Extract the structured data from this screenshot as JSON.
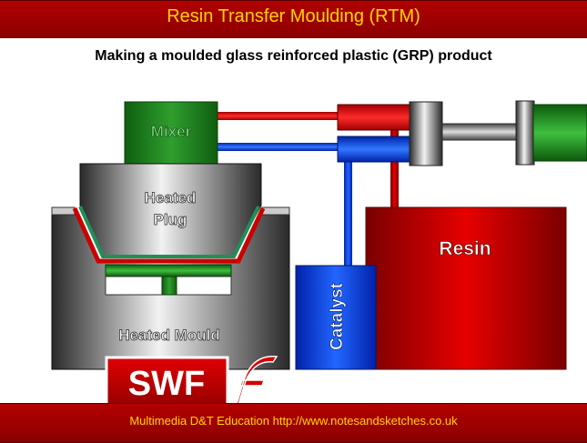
{
  "header": {
    "title": "Resin Transfer Moulding (RTM)"
  },
  "subtitle": "Making a moulded glass reinforced plastic (GRP) product",
  "labels": {
    "mixer": "Mixer",
    "plug_line1": "Heated",
    "plug_line2": "Plug",
    "mould": "Heated Mould",
    "resin": "Resin",
    "catalyst": "Catalyst",
    "swf": "SWF"
  },
  "footer": {
    "text": "Multimedia D&T Education   http://www.notesandsketches.co.uk"
  },
  "colors": {
    "band": "#a00000",
    "title_text": "#ffd400",
    "resin_red": "#d40000",
    "catalyst_blue": "#0044ff",
    "mixer_green": "#1a8a1a"
  },
  "icons": {
    "flash": "flash-logo-icon"
  }
}
